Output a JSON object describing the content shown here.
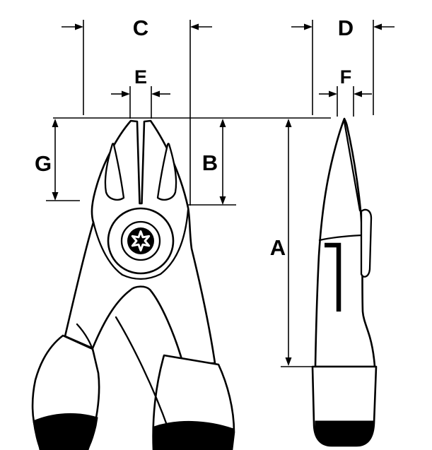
{
  "dimension_labels": {
    "A": "A",
    "B": "B",
    "C": "C",
    "D": "D",
    "E": "E",
    "F": "F",
    "G": "G"
  },
  "colors": {
    "line": "#000000",
    "background": "#ffffff",
    "body_fill": "#ffffff",
    "grip_tip": "#000000"
  }
}
